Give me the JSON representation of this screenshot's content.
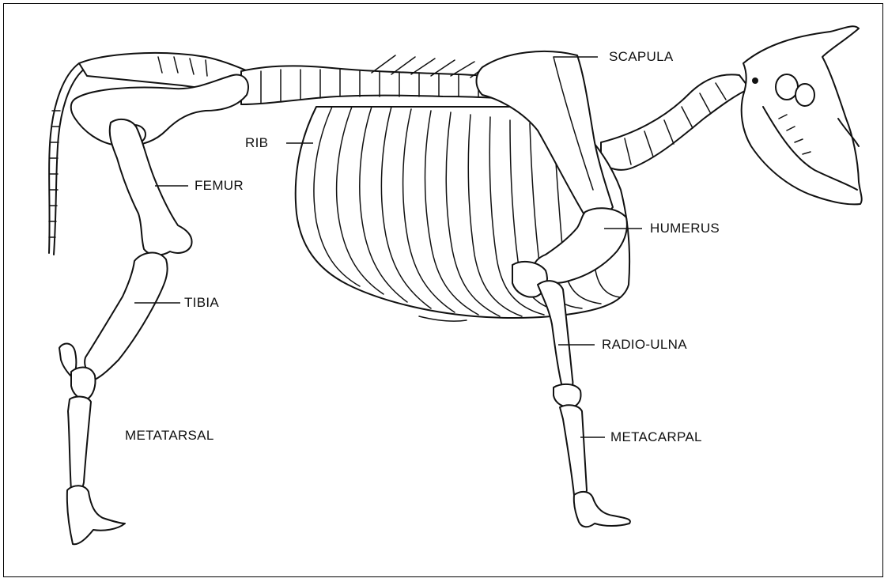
{
  "labels": {
    "scapula": "SCAPULA",
    "rib": "RIB",
    "femur": "FEMUR",
    "humerus": "HUMERUS",
    "tibia": "TIBIA",
    "radio_ulna": "RADIO-ULNA",
    "metatarsal": "METATARSAL",
    "metacarpal": "METACARPAL"
  }
}
